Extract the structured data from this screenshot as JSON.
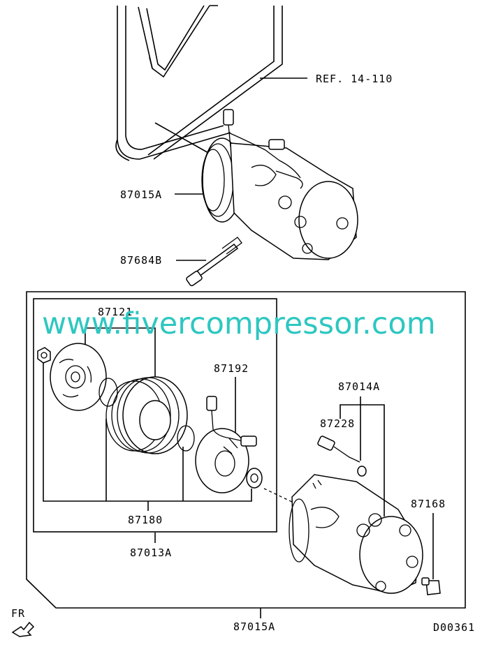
{
  "labels": {
    "ref_belt": "REF. 14-110",
    "compressor_top": "87015A",
    "bolt": "87684B",
    "clutch_plate": "87121",
    "coil": "87192",
    "clutch_assy": "87180",
    "kit_inner": "87013A",
    "kit_assy_top": "87014A",
    "switch": "87228",
    "plug": "87168",
    "compressor_bottom": "87015A",
    "front_marker": "FR",
    "diagram_code": "D00361"
  },
  "watermark": "www.fivercompressor.com"
}
